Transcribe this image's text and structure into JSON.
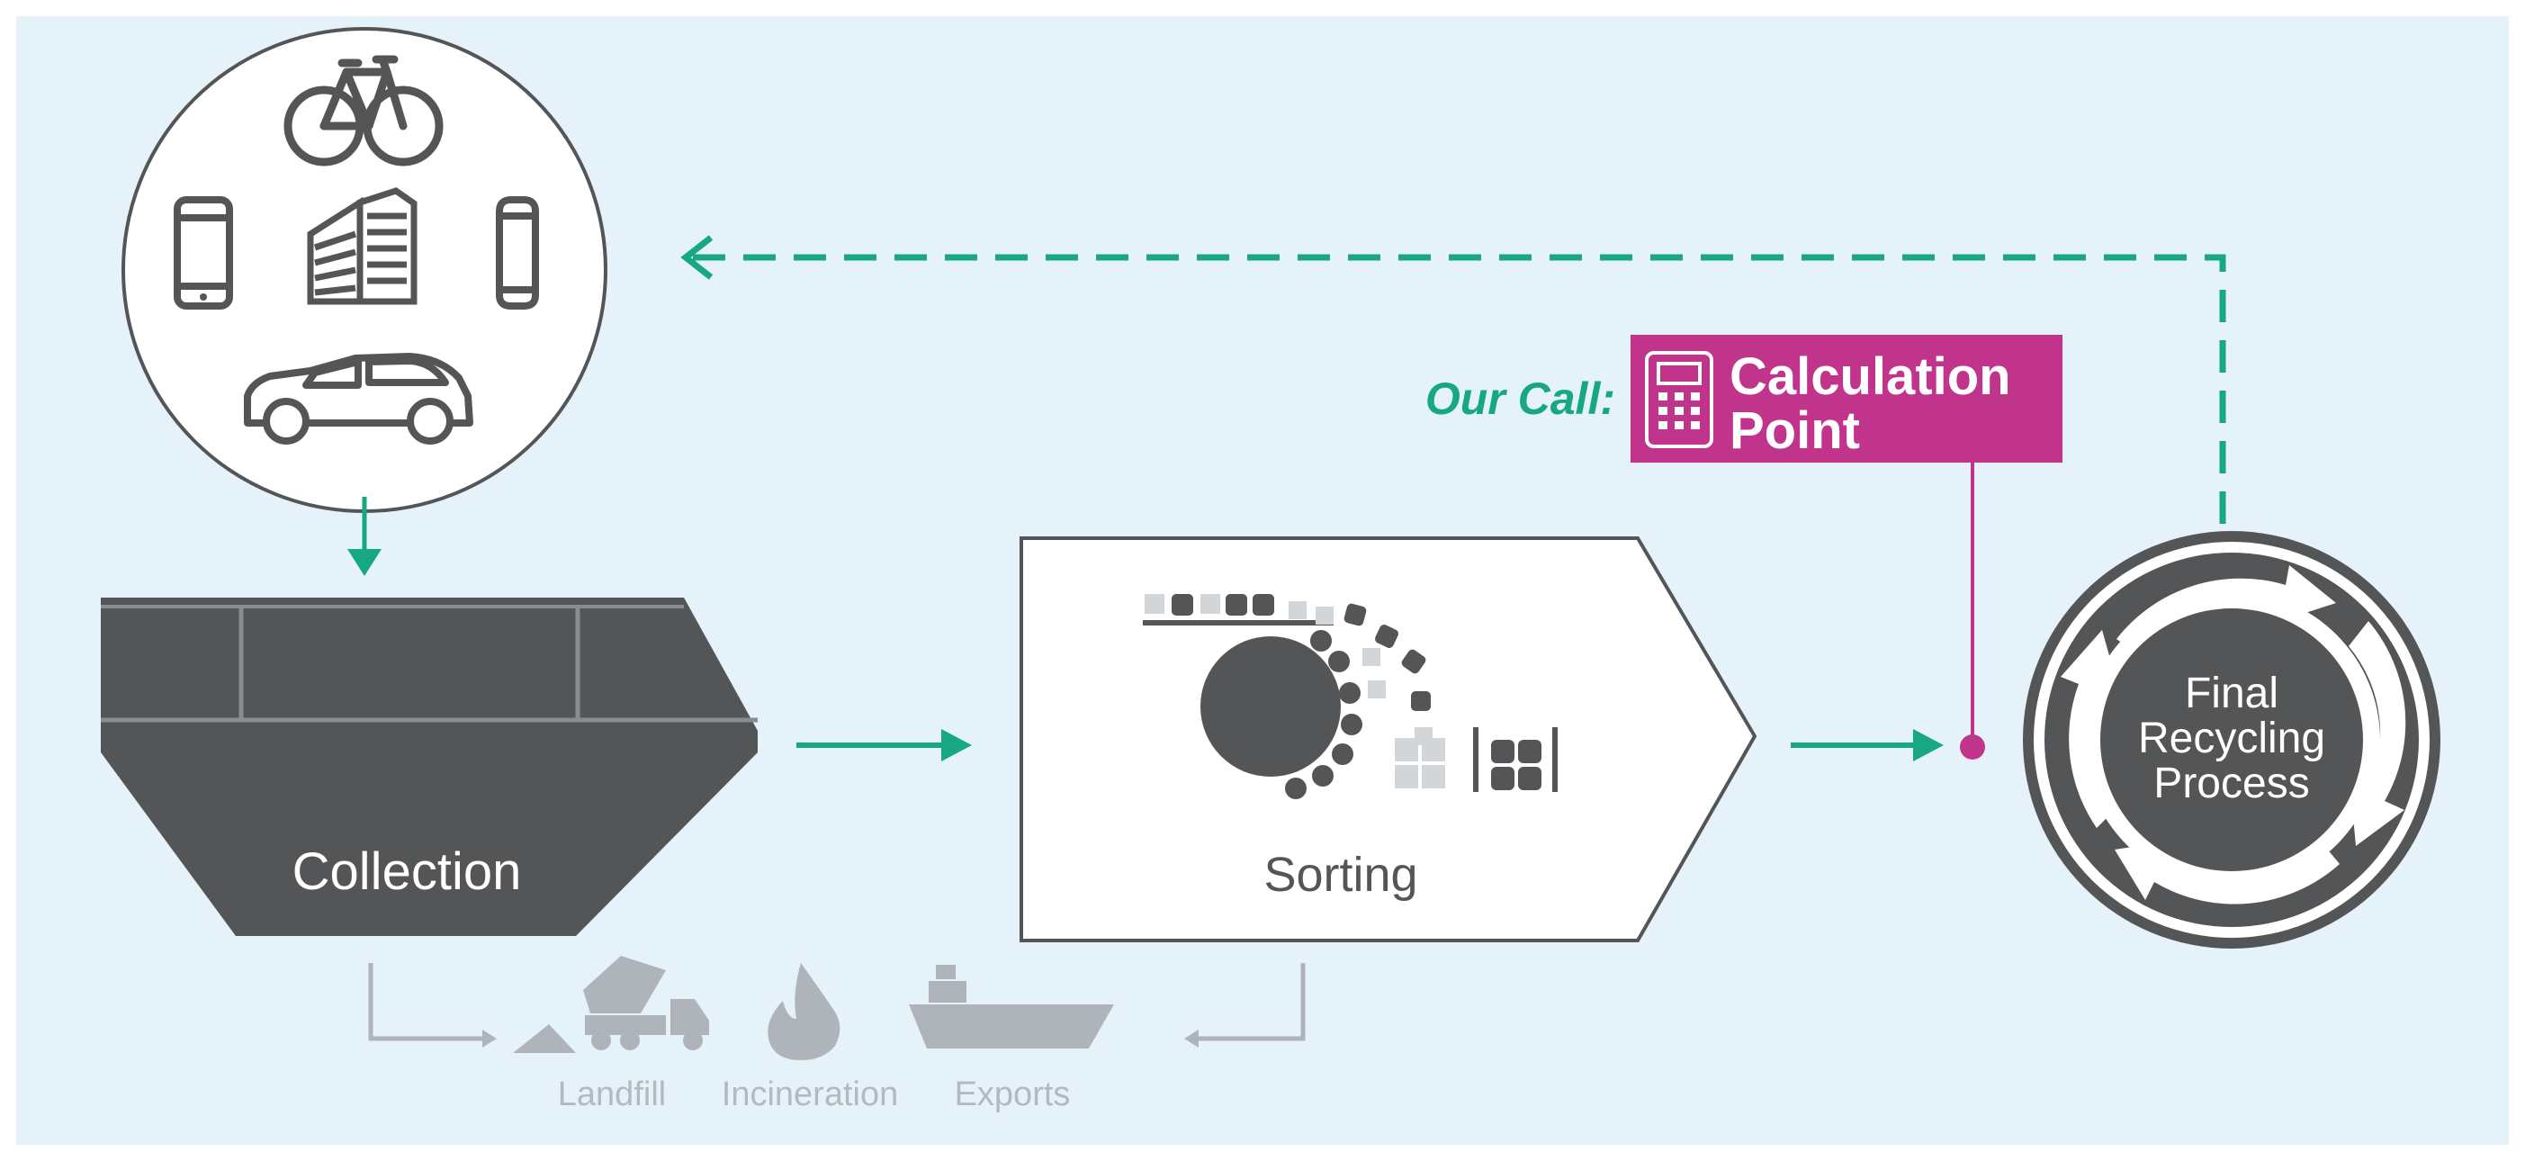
{
  "colors": {
    "background": "#e6f2fa",
    "dark": "#545557",
    "light_gray": "#c9ced2",
    "green": "#17a882",
    "magenta": "#c0348c",
    "white": "#ffffff"
  },
  "labels": {
    "collection": "Collection",
    "sorting": "Sorting",
    "final_line1": "Final",
    "final_line2": "Recycling",
    "final_line3": "Process",
    "our_call": "Our Call:",
    "calc_line1": "Calculation",
    "calc_line2": "Point",
    "landfill": "Landfill",
    "incineration": "Incineration",
    "exports": "Exports"
  },
  "icons": [
    "bicycle-icon",
    "smartphone-icon",
    "building-icon",
    "can-icon",
    "car-icon",
    "calculator-icon",
    "dump-truck-icon",
    "flame-icon",
    "ship-icon",
    "sorting-machine-icon",
    "recycle-arrows-icon"
  ]
}
